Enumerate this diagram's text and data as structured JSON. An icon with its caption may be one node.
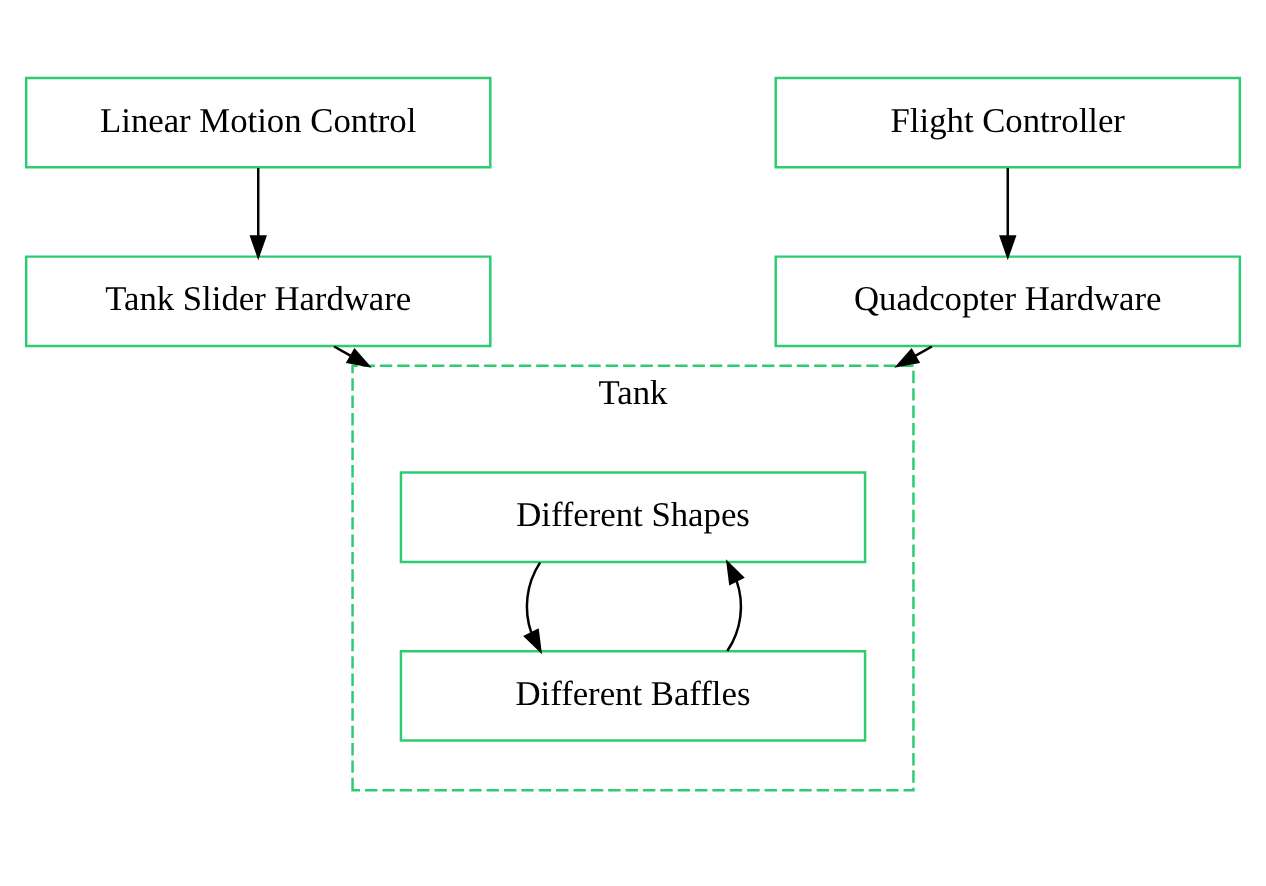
{
  "diagram": {
    "nodes": [
      {
        "text": [
          "Linear Motion Control"
        ]
      },
      {
        "text": [
          "Flight Controller"
        ]
      },
      {
        "text": [
          "Tank Slider Hardware"
        ]
      },
      {
        "text": [
          "Quadcopter Hardware"
        ]
      },
      {
        "text": [
          "Tank"
        ]
      },
      {
        "text": [
          "Different Shapes"
        ],
        "in": 4
      },
      {
        "text": [
          "Different Baffles"
        ],
        "in": 4
      }
    ],
    "edges": [
      {
        "from": 0,
        "to": 2,
        "arrow": "to"
      },
      {
        "from": 1,
        "to": 3,
        "arrow": "to"
      },
      {
        "from": 2,
        "to": 4,
        "arrow": "to"
      },
      {
        "from": 3,
        "to": 4,
        "arrow": "to"
      },
      {
        "from": 5,
        "to": 6,
        "arrow": "to"
      },
      {
        "from": 6,
        "to": 5,
        "arrow": "to"
      }
    ]
  }
}
